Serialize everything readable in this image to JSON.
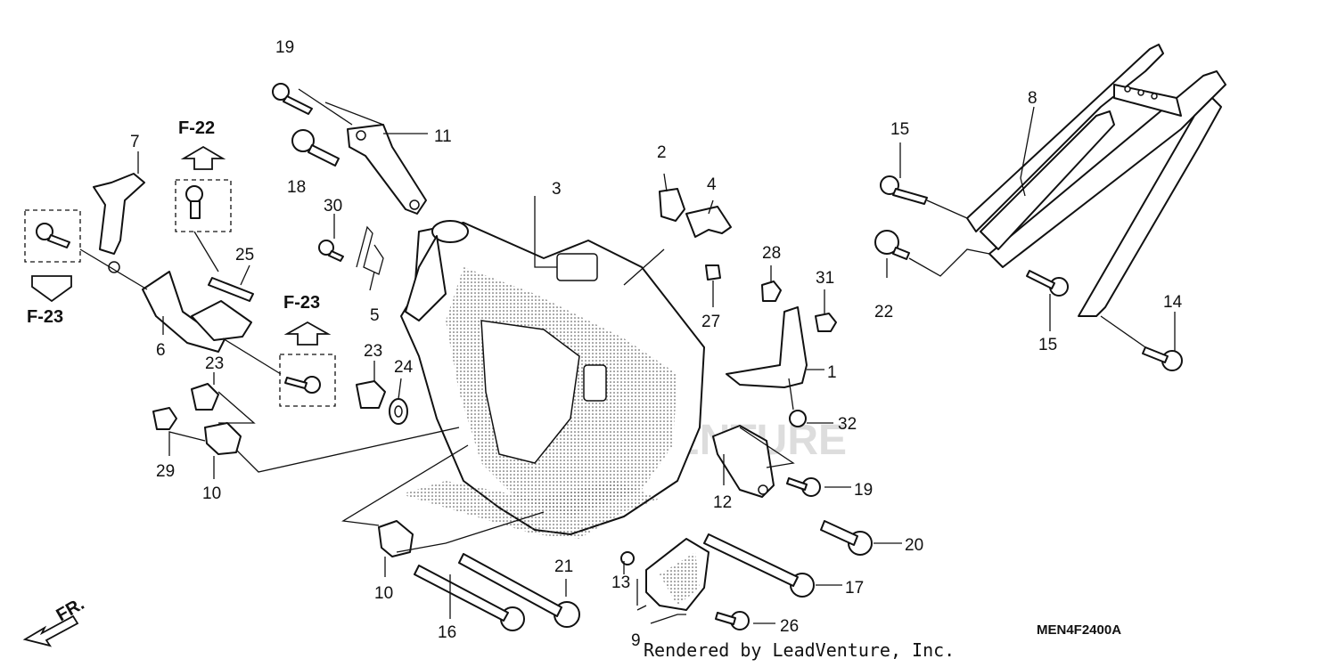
{
  "diagram": {
    "callouts": {
      "c1": "1",
      "c2": "2",
      "c3": "3",
      "c4": "4",
      "c5": "5",
      "c6": "6",
      "c7": "7",
      "c8": "8",
      "c9": "9",
      "c10a": "10",
      "c10b": "10",
      "c11": "11",
      "c12": "12",
      "c13": "13",
      "c14": "14",
      "c15a": "15",
      "c15b": "15",
      "c16": "16",
      "c17": "17",
      "c18": "18",
      "c19a": "19",
      "c19b": "19",
      "c20": "20",
      "c21": "21",
      "c22": "22",
      "c23a": "23",
      "c23b": "23",
      "c24": "24",
      "c25": "25",
      "c26": "26",
      "c27": "27",
      "c28": "28",
      "c29": "29",
      "c30": "30",
      "c31": "31",
      "c32": "32"
    },
    "refs": {
      "f22": "F-22",
      "f23_left": "F-23",
      "f23_mid": "F-23"
    },
    "front_marker": "FR.",
    "diagram_code": "MEN4F2400A",
    "credit": "Rendered by LeadVenture, Inc.",
    "watermark": "LEADVENTURE"
  }
}
